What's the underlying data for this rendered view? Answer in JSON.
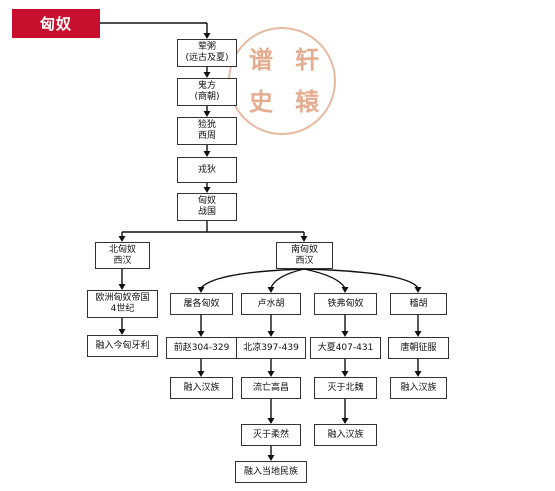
{
  "title": "匈奴",
  "seal": {
    "chars": [
      "轩",
      "辕",
      "谱",
      "史"
    ],
    "color": "#e4ad90"
  },
  "accent_color": "#c8102e",
  "nodes": {
    "hunyu": [
      "荤粥",
      "(远古及夏)"
    ],
    "guifang": [
      "鬼方",
      "(商朝)"
    ],
    "xianyun": [
      "猃狁",
      "西周"
    ],
    "rongdi": [
      "戎狄"
    ],
    "xiongnu_zhanguo": [
      "匈奴",
      "战国"
    ],
    "north": [
      "北匈奴",
      "西汉"
    ],
    "south": [
      "南匈奴",
      "西汉"
    ],
    "europe": [
      "欧洲匈奴帝国",
      "4世纪"
    ],
    "hungary": [
      "融入今匈牙利"
    ],
    "tuge": [
      "屠各匈奴"
    ],
    "qianzhao": [
      "前赵304-329"
    ],
    "tuge_end": [
      "融入汉族"
    ],
    "lushui": [
      "卢水胡"
    ],
    "beiliang": [
      "北凉397-439"
    ],
    "gaochang": [
      "流亡高昌"
    ],
    "rouran": [
      "灭于柔然"
    ],
    "local": [
      "融入当地民族"
    ],
    "tiefu": [
      "铁弗匈奴"
    ],
    "daxia": [
      "大夏407-431"
    ],
    "beiwei": [
      "灭于北魏"
    ],
    "tiefu_end": [
      "融入汉族"
    ],
    "jihu": [
      "稽胡"
    ],
    "tang": [
      "唐朝征服"
    ],
    "jihu_end": [
      "融入汉族"
    ]
  }
}
